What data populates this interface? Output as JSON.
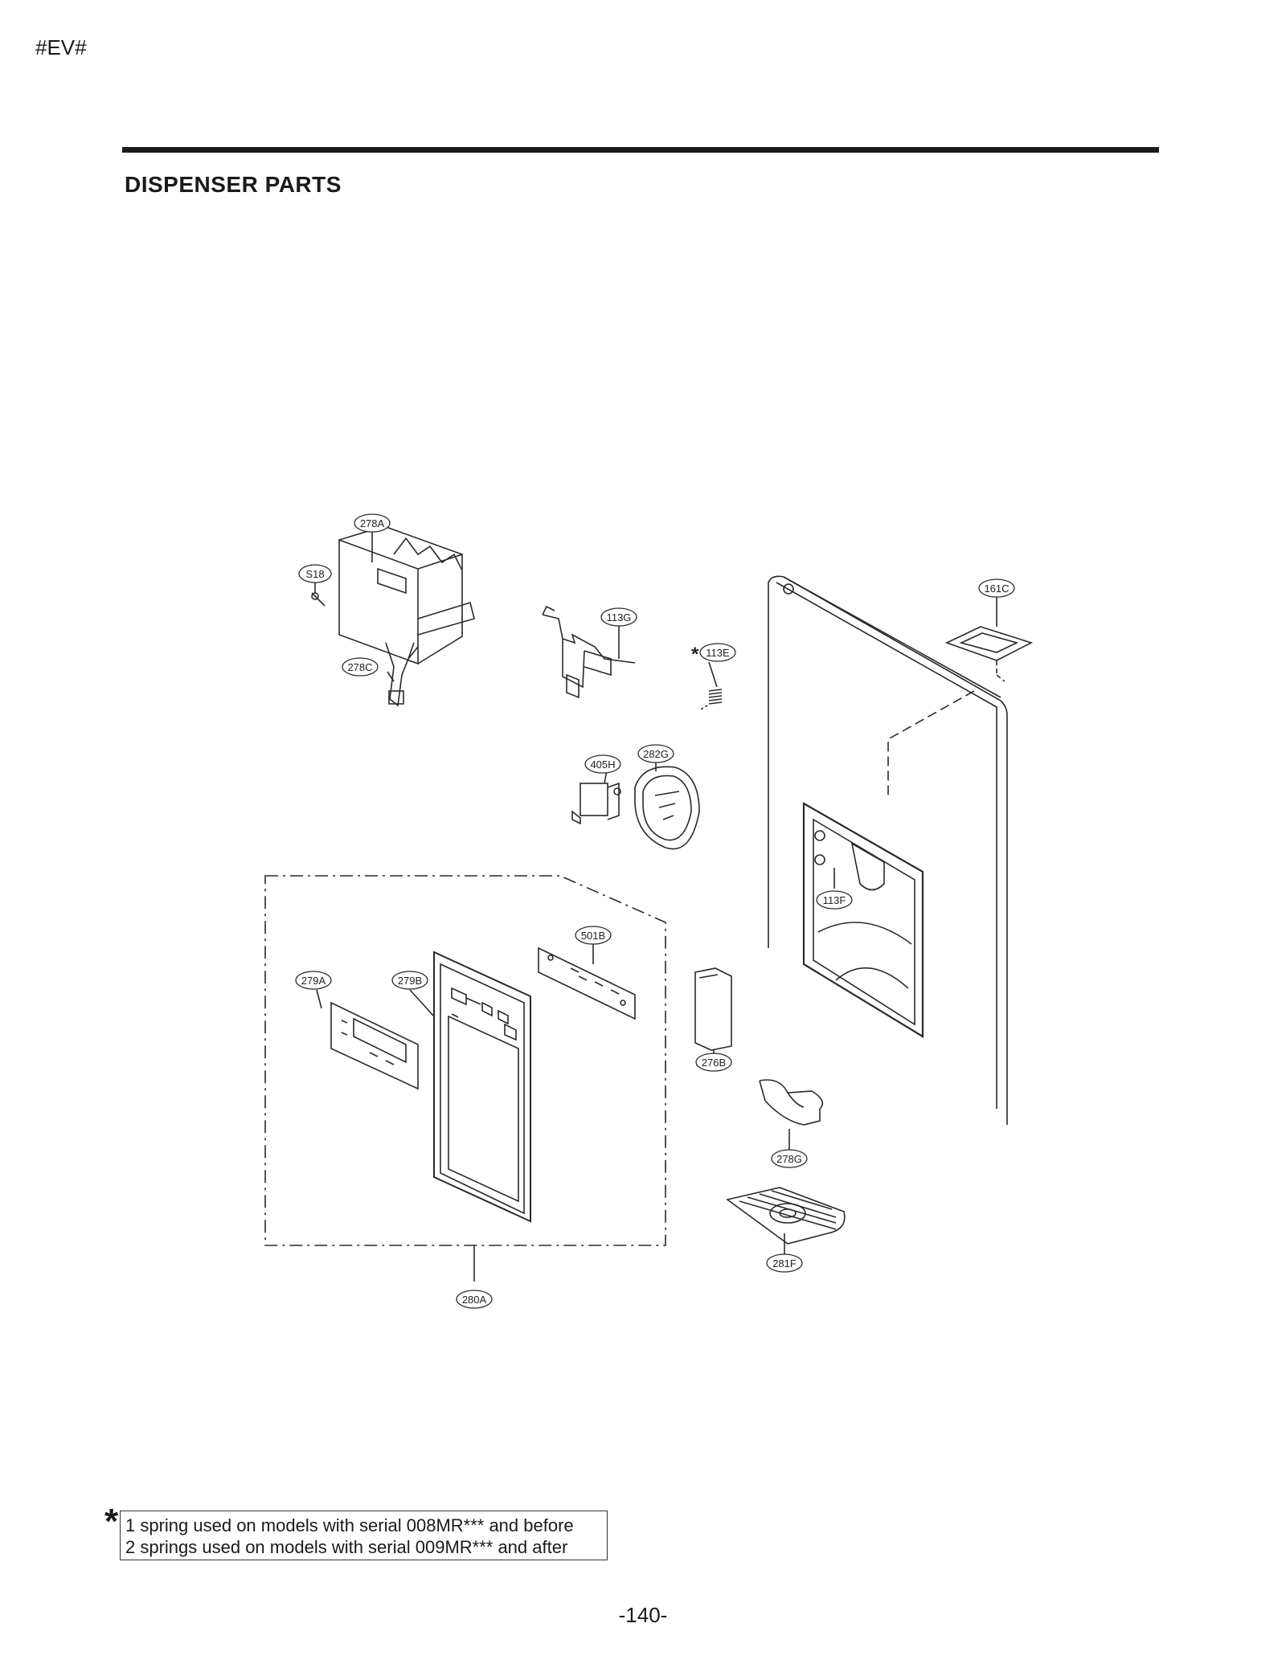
{
  "header": {
    "code": "#EV#",
    "title": "DISPENSER  PARTS"
  },
  "parts": [
    {
      "id": "S18"
    },
    {
      "id": "278A"
    },
    {
      "id": "278C"
    },
    {
      "id": "113G"
    },
    {
      "id": "113E",
      "starred": true
    },
    {
      "id": "161C"
    },
    {
      "id": "405H"
    },
    {
      "id": "282G"
    },
    {
      "id": "113F"
    },
    {
      "id": "501B"
    },
    {
      "id": "279A"
    },
    {
      "id": "279B"
    },
    {
      "id": "276B"
    },
    {
      "id": "278G"
    },
    {
      "id": "281F"
    },
    {
      "id": "280A"
    }
  ],
  "footnote": {
    "marker": "*",
    "line1": "1 spring used on models with serial 008MR*** and before",
    "line2": "2 springs used on models with serial 009MR*** and after"
  },
  "page_number": "-140-"
}
